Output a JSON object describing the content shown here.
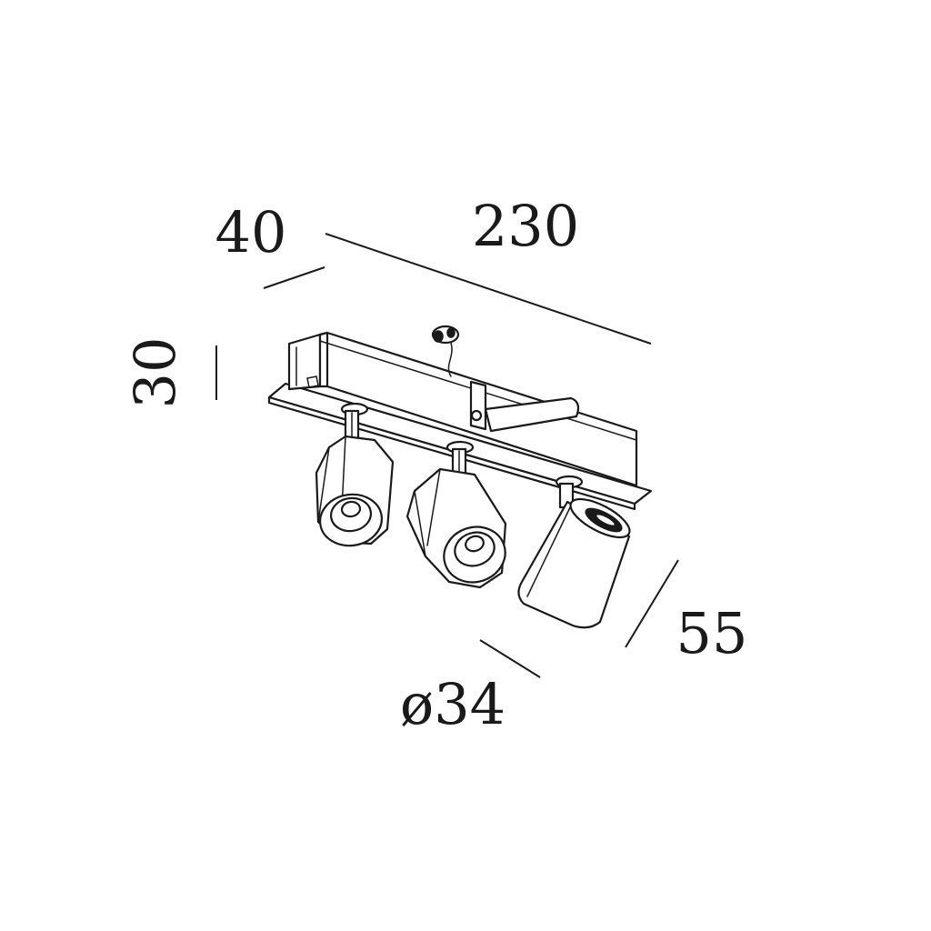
{
  "dimensions": {
    "depth": "40",
    "length": "230",
    "height": "30",
    "projection": "55",
    "diameter": "ø34"
  }
}
